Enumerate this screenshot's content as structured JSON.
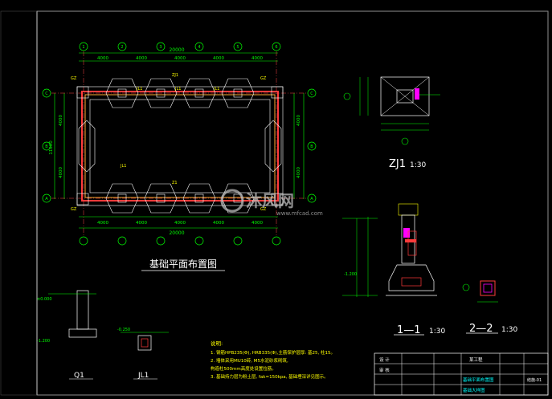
{
  "drawing": {
    "plan_title": "基础平面布置图",
    "dims_top_total": "20000",
    "dims_top_segments": [
      "4000",
      "4000",
      "4000",
      "4000",
      "4000"
    ],
    "dims_bottom_total": "20000",
    "dims_bottom_segments": [
      "4000",
      "4000",
      "4000",
      "4000",
      "4000"
    ],
    "dims_left_total": "11000",
    "dims_left_segments": [
      "4000",
      "4000"
    ],
    "dims_right_segments": [
      "4000",
      "4000"
    ],
    "grid_numbers": [
      "1",
      "2",
      "3",
      "4",
      "5",
      "6"
    ],
    "grid_letters": [
      "A",
      "B",
      "C"
    ],
    "tag_zj1": "ZJ1",
    "tag_gz": "GZ",
    "tag_jl1": "JL1",
    "tag_z1": "Z1",
    "detail_zj1_label": "ZJ1",
    "detail_zj1_scale": "1:30",
    "section_11_label": "1—1",
    "section_11_scale": "1:30",
    "section_22_label": "2—2",
    "section_22_scale": "1:30",
    "small_q1_label": "Q1",
    "small_jl1_label": "JL1",
    "notes_title": "说明:",
    "notes": [
      "1. 钢筋HPB235(Φ), HRB335(Φ),主筋保护层厚: 基25, 柱15。",
      "2. 墙体采用MU10砖, M5水泥砂浆砌筑,",
      "   构造柱500mm高度处设置拉筋。",
      "3. 基础持力层为粉土层, fak=150kpa, 基础埋深详见图示。"
    ],
    "elev_left": "±0.000",
    "elev_mid": "-0.250",
    "elev_low": "-1.200",
    "title_block": {
      "cell_design": "设 计",
      "cell_check": "审 核",
      "project": "某工程",
      "drawing_name_1": "基础平面布置图",
      "drawing_name_2": "基础大样图",
      "sheet_no": "结施-01"
    },
    "watermark_cn": "沐风网",
    "watermark_url": "www.mfcad.com"
  },
  "colors": {
    "background": "#000000",
    "dimension_green": "#00ff00",
    "grid_circle": "#00ff00",
    "wall_red": "#ff3b3b",
    "wall_orange": "#ffaa33",
    "foundation_line": "#ffffff",
    "section_cyan": "#00ffff",
    "magenta": "#ff00ff",
    "yellow": "#ffff00",
    "watermark": "#aaaaaa"
  }
}
